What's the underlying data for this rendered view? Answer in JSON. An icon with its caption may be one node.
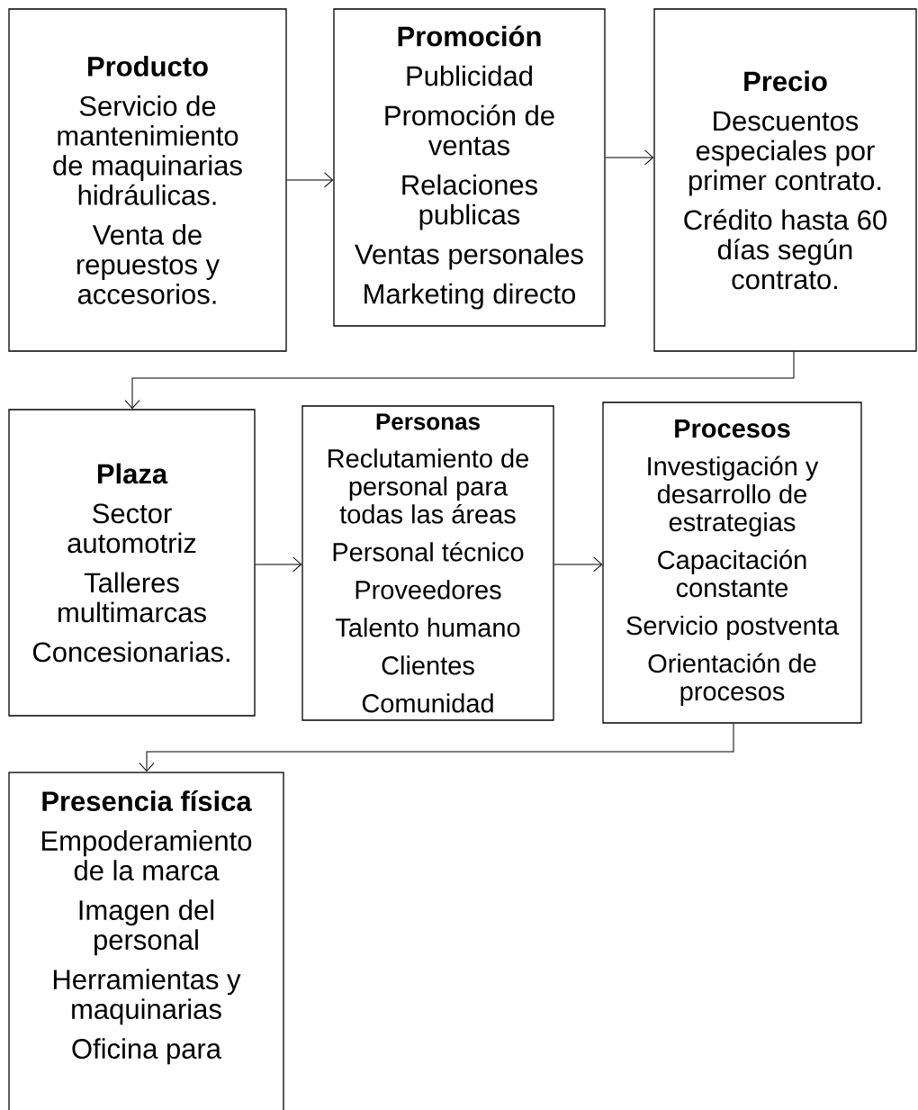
{
  "diagram": {
    "nodes": [
      {
        "text": [
          "Producto",
          "Servicio de mantenimiento de maquinarias hidráulicas.",
          "Venta de repuestos y accesorios."
        ]
      },
      {
        "text": [
          "Promoción",
          "Publicidad",
          "Promoción de ventas",
          "Relaciones publicas",
          "Ventas personales",
          "Marketing directo"
        ]
      },
      {
        "text": [
          "Precio",
          "Descuentos especiales por primer contrato.",
          "Crédito hasta 60 días según contrato."
        ]
      },
      {
        "text": [
          "Plaza",
          "Sector automotriz",
          "Talleres multimarcas",
          "Concesionarias."
        ]
      },
      {
        "text": [
          "Personas",
          "Reclutamiento de personal para todas las áreas",
          "Personal técnico",
          "Proveedores",
          "Talento humano",
          "Clientes",
          "Comunidad"
        ]
      },
      {
        "text": [
          "Procesos",
          "Investigación y desarrollo de estrategias",
          "Capacitación constante",
          "Servicio postventa",
          "Orientación de procesos"
        ]
      },
      {
        "text": [
          "Presencia física",
          "Empoderamiento de la marca",
          "Imagen del personal",
          "Herramientas y maquinarias",
          "Oficina para"
        ]
      }
    ],
    "edges": [
      {
        "from": 0,
        "to": 1,
        "arrow": "to"
      },
      {
        "from": 1,
        "to": 2,
        "arrow": "to"
      },
      {
        "from": 2,
        "to": 3,
        "arrow": "to"
      },
      {
        "from": 3,
        "to": 4,
        "arrow": "to"
      },
      {
        "from": 4,
        "to": 5,
        "arrow": "to"
      },
      {
        "from": 5,
        "to": 6,
        "arrow": "to"
      }
    ]
  }
}
